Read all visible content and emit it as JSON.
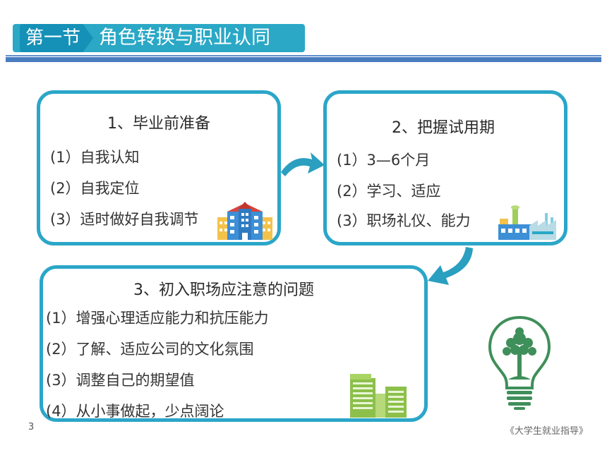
{
  "header": {
    "section_tag": "第一节",
    "title": "角色转换与职业认同"
  },
  "box1": {
    "title": "1、毕业前准备",
    "items": [
      "(1）自我认知",
      "(2）自我定位",
      "(3）适时做好自我调节"
    ]
  },
  "box2": {
    "title": "2、把握试用期",
    "items": [
      "(1）3—6个月",
      "(2）学习、适应",
      "(3）职场礼仪、能力"
    ]
  },
  "box3": {
    "title": "3、初入职场应注意的问题",
    "items": [
      "(1）增强心理适应能力和抗压能力",
      "(2）了解、适应公司的文化氛围",
      "(3）调整自己的期望值",
      "(4）从小事做起，少点阔论"
    ]
  },
  "footer": {
    "page_number": "3",
    "book_title": "《大学生就业指导》"
  },
  "colors": {
    "accent": "#2ba6c8",
    "header_dark": "#1591b8",
    "rule": "#4a7dbf",
    "bulb_green": "#3f8f5a"
  },
  "icons": [
    "arrow-right-icon",
    "arrow-down-icon",
    "school-building-icon",
    "factory-icon",
    "office-building-icon",
    "lightbulb-tree-icon"
  ]
}
